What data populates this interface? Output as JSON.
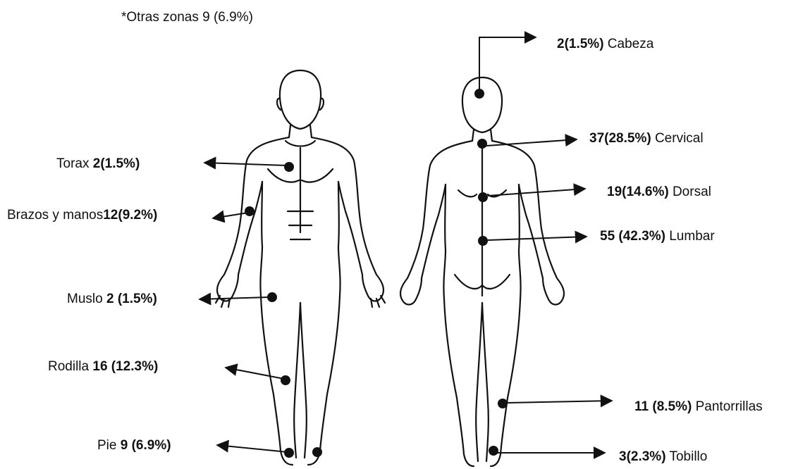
{
  "note": "*Otras zonas 9 (6.9%)",
  "labels": {
    "torax": {
      "name": "Torax ",
      "value": "2(1.5%)"
    },
    "brazos": {
      "name": "Brazos y manos",
      "value": "12(9.2%)"
    },
    "muslo": {
      "name": "Muslo ",
      "value": "2 (1.5%)"
    },
    "rodilla": {
      "name": "Rodilla ",
      "value": "16 (12.3%)"
    },
    "pie": {
      "name": "Pie ",
      "value": "9 (6.9%)"
    },
    "cabeza": {
      "value": "2(1.5%)",
      "name": " Cabeza"
    },
    "cervical": {
      "value": "37(28.5%)",
      "name": " Cervical"
    },
    "dorsal": {
      "value": "19(14.6%)",
      "name": " Dorsal"
    },
    "lumbar": {
      "value": "55 (42.3%)",
      "name": " Lumbar"
    },
    "pantorrillas": {
      "value": "11 (8.5%)",
      "name": " Pantorrillas"
    },
    "tobillo": {
      "value": "3(2.3%)",
      "name": " Tobillo"
    }
  }
}
